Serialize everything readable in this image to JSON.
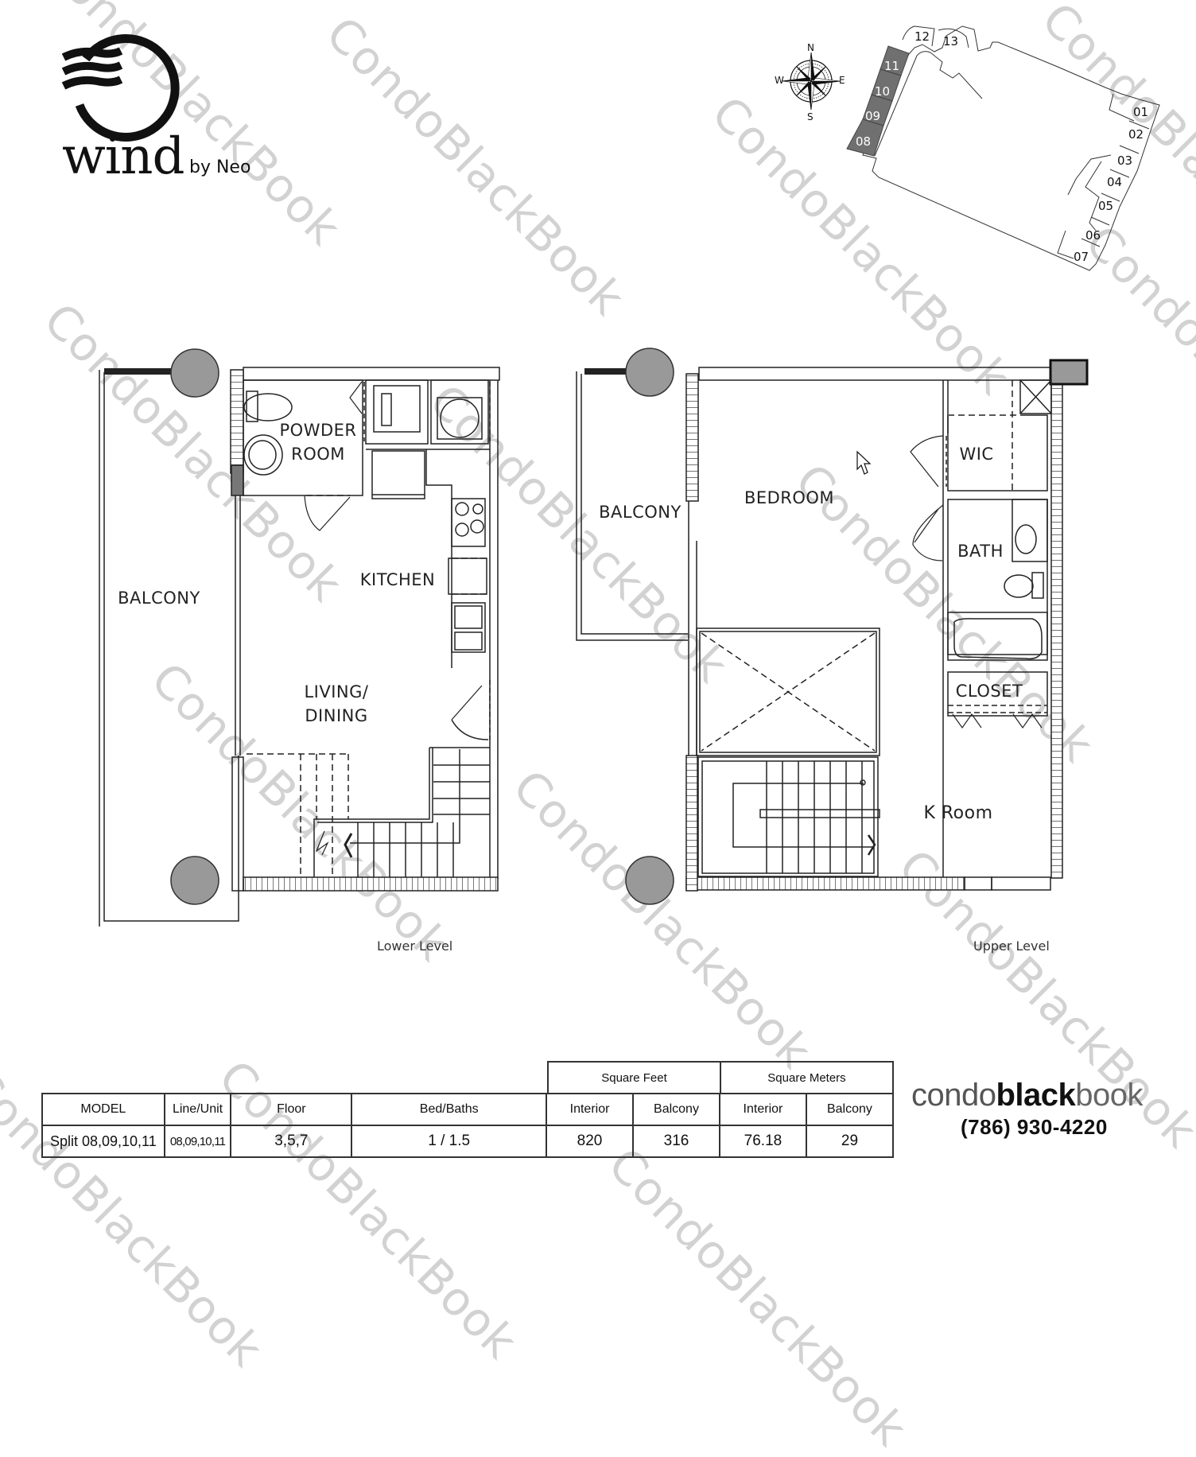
{
  "branding": {
    "logo_word": "wind",
    "logo_suffix": "by Neo",
    "site_name_parts": [
      "condo",
      "black",
      "book"
    ],
    "phone": "(786) 930-4220"
  },
  "watermark": {
    "text": "CondoBlackBook",
    "color": "#d2d2d2"
  },
  "key_plan": {
    "compass": {
      "north": "N",
      "south": "S",
      "east": "E",
      "west": "W"
    },
    "highlighted_units": [
      "11",
      "10",
      "09",
      "08"
    ],
    "other_units": [
      "12",
      "13",
      "01",
      "02",
      "03",
      "04",
      "05",
      "06",
      "07"
    ],
    "highlight_color": "#6e6e6e"
  },
  "lower_level": {
    "caption": "Lower Level",
    "rooms": {
      "balcony": "BALCONY",
      "powder_room_line1": "POWDER",
      "powder_room_line2": "ROOM",
      "kitchen": "KITCHEN",
      "living_line1": "LIVING/",
      "living_line2": "DINING"
    }
  },
  "upper_level": {
    "caption": "Upper Level",
    "rooms": {
      "balcony": "BALCONY",
      "bedroom": "BEDROOM",
      "wic": "WIC",
      "bath": "BATH",
      "closet": "CLOSET",
      "k_room": "K Room"
    }
  },
  "spec_table": {
    "group_headers": {
      "square_feet": "Square Feet",
      "square_meters": "Square Meters"
    },
    "columns": [
      "MODEL",
      "Line/Unit",
      "Floor",
      "Bed/Baths",
      "Interior",
      "Balcony",
      "Interior",
      "Balcony"
    ],
    "row": {
      "model": "Split 08,09,10,11",
      "line_unit": "08,09,10,11",
      "floor": "3,5,7",
      "bed_baths": "1 / 1.5",
      "sqft_interior": "820",
      "sqft_balcony": "316",
      "sqm_interior": "76.18",
      "sqm_balcony": "29"
    }
  }
}
